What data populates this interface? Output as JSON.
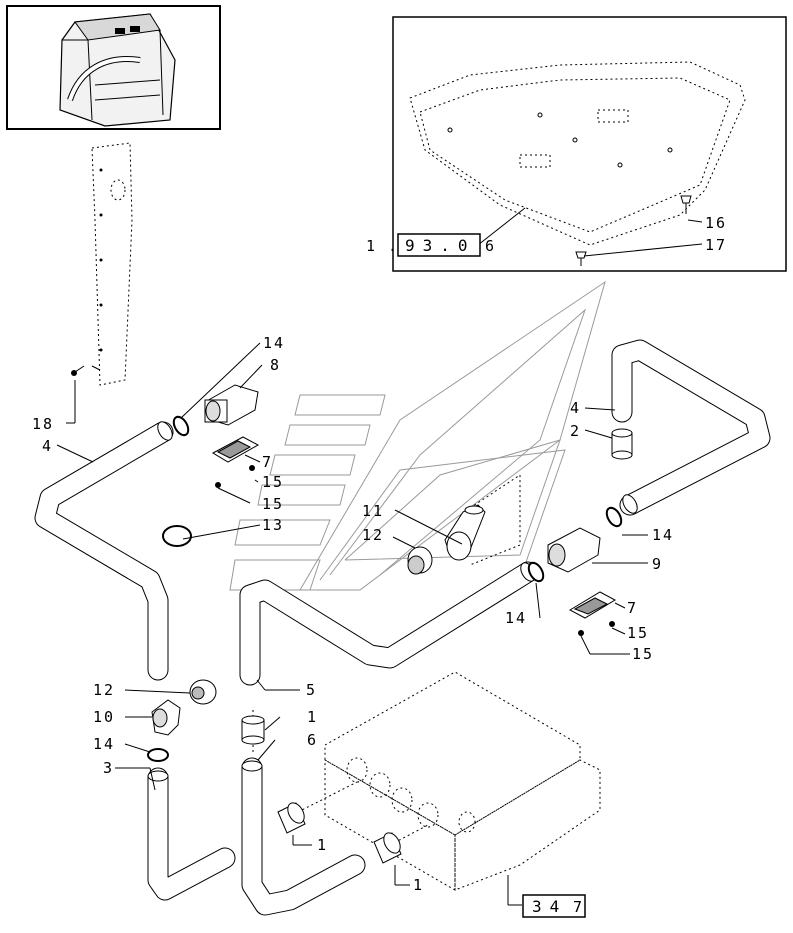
{
  "diagram": {
    "callouts": {
      "c1a": "1",
      "c1b": "1",
      "c1c": "1",
      "c2": "2",
      "c3": "3",
      "c4a": "4",
      "c4b": "4",
      "c5": "5",
      "c6": "6",
      "c7a": "7",
      "c7b": "7",
      "c8": "8",
      "c9": "9",
      "c10": "10",
      "c11": "11",
      "c12a": "12",
      "c12b": "12",
      "c13": "13",
      "c14a": "14",
      "c14b": "14",
      "c14c": "14",
      "c14d": "14",
      "c15a": "15",
      "c15b": "15",
      "c15c": "15",
      "c15d": "15",
      "c16": "16",
      "c17": "17",
      "c18": "18"
    },
    "ref_prefix": "1 .",
    "ref_box_1": "93.0",
    "ref_suffix": "6",
    "ref_box_2": "34",
    "ref_box_2_suffix": "7"
  }
}
